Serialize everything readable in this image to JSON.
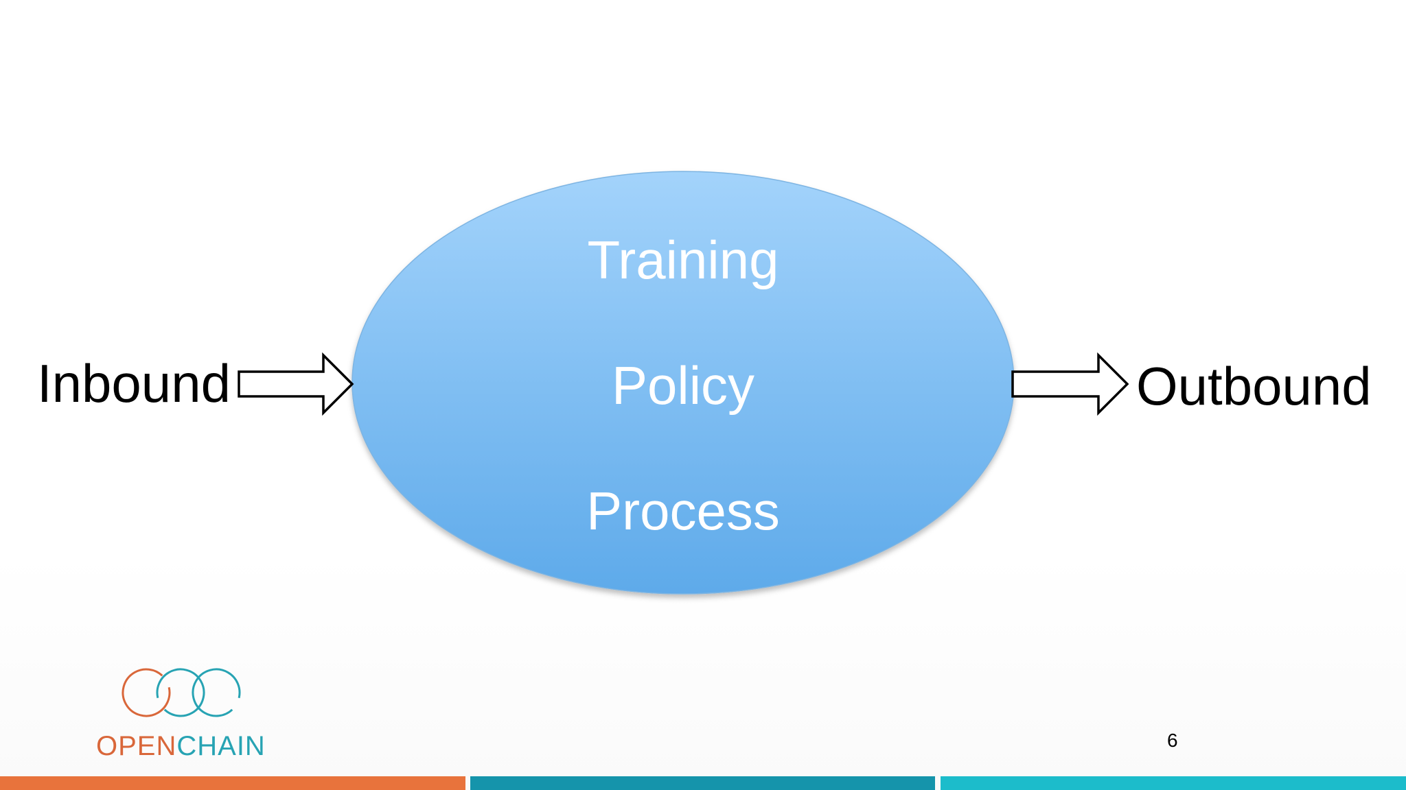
{
  "inbound_label": "Inbound",
  "outbound_label": "Outbound",
  "ellipse_items": [
    "Training",
    "Policy",
    "Process"
  ],
  "logo": {
    "text_open": "OPEN",
    "text_chain": "CHAIN"
  },
  "page_number": "6",
  "colors": {
    "ellipse_top": "#a3d3fb",
    "ellipse_bottom": "#5eaaea",
    "logo_orange": "#d9673a",
    "logo_teal": "#27a3b3",
    "bar_orange": "#e8733c",
    "bar_teal": "#1594ab",
    "bar_cyan": "#1cbccb"
  }
}
